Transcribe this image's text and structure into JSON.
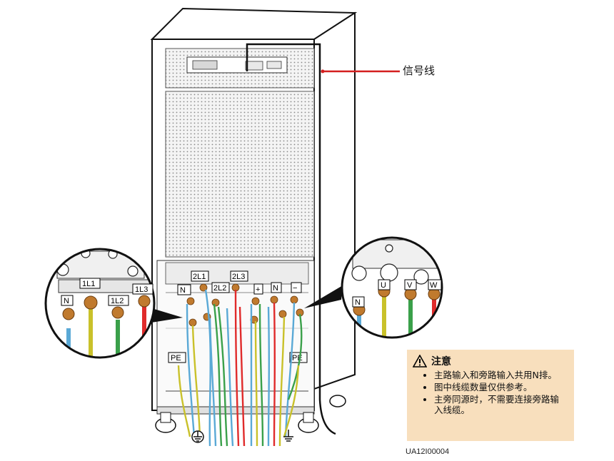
{
  "callout": {
    "signal_cable": "信号线"
  },
  "terminals": {
    "left_zoom": [
      "N",
      "1L1",
      "1L2",
      "1L3"
    ],
    "right_zoom": [
      "N",
      "U",
      "V",
      "W"
    ],
    "cabinet_top": [
      "N",
      "2L1",
      "2L2",
      "2L3",
      "+",
      "N",
      "−"
    ],
    "pe": [
      "PE",
      "PE"
    ]
  },
  "note": {
    "title": "注意",
    "items": [
      "主路输入和旁路输入共用N排。",
      "图中线缆数量仅供参考。",
      "主旁同源时，不需要连接旁路输入线缆。"
    ]
  },
  "figure_id": "UA12I00004",
  "colors": {
    "brown": "#8b4a1f",
    "blue": "#5aa9d6",
    "yellow_green": "#c9c12a",
    "green": "#3aa04a",
    "red": "#e02b2b",
    "note_bg": "#f8dfbd",
    "cabinet_outline": "#111111",
    "signal_pointer": "#d41f1f"
  }
}
